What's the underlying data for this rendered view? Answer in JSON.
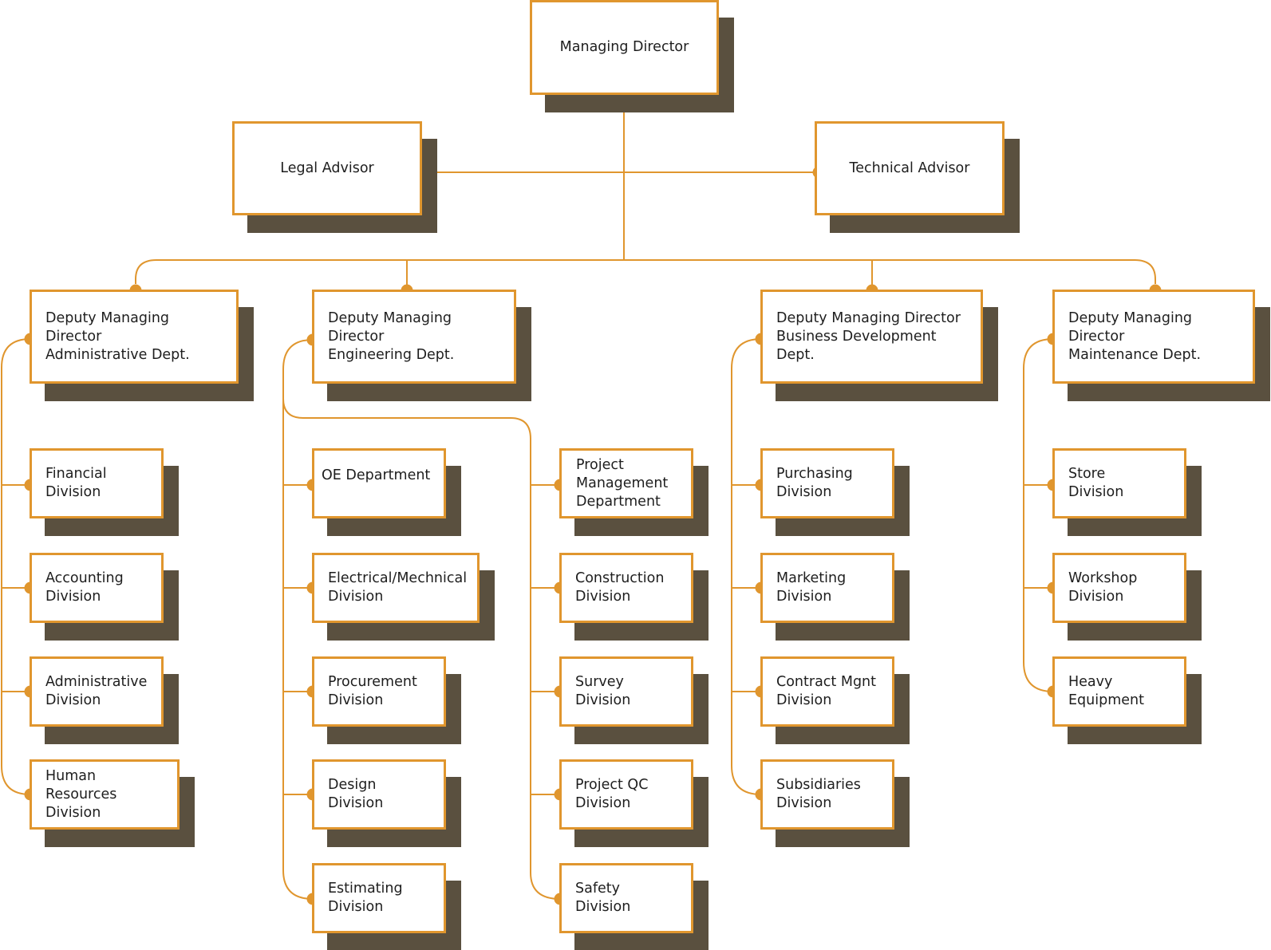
{
  "colors": {
    "accent": "#e0962e",
    "shadow": "#5a503f",
    "text": "#1e1e1e",
    "background": "#ffffff"
  },
  "top": {
    "director": "Managing Director",
    "legal": "Legal Advisor",
    "technical": "Technical Advisor"
  },
  "admin": {
    "head": "Deputy Managing Director\nAdministrative Dept.",
    "items": [
      "Financial\nDivision",
      "Accounting\nDivision",
      "Administrative\nDivision",
      "Human Resources\nDivision"
    ]
  },
  "engineering": {
    "head": "Deputy Managing Director\nEngineering Dept.",
    "items_left": [
      "OE Department",
      "Electrical/Mechnical\nDivision",
      "Procurement\nDivision",
      "Design\nDivision",
      "Estimating\nDivision"
    ],
    "items_right": [
      "Project\nManagement\nDepartment",
      "Construction\nDivision",
      "Survey\nDivision",
      "Project QC\nDivision",
      "Safety\nDivision"
    ]
  },
  "business": {
    "head": "Deputy Managing Director\nBusiness Development Dept.",
    "items": [
      "Purchasing\nDivision",
      "Marketing\nDivision",
      "Contract Mgnt\nDivision",
      "Subsidiaries\nDivision"
    ]
  },
  "maintenance": {
    "head": "Deputy Managing Director\nMaintenance Dept.",
    "items": [
      "Store\nDivision",
      "Workshop\nDivision",
      "Heavy\nEquipment"
    ]
  }
}
